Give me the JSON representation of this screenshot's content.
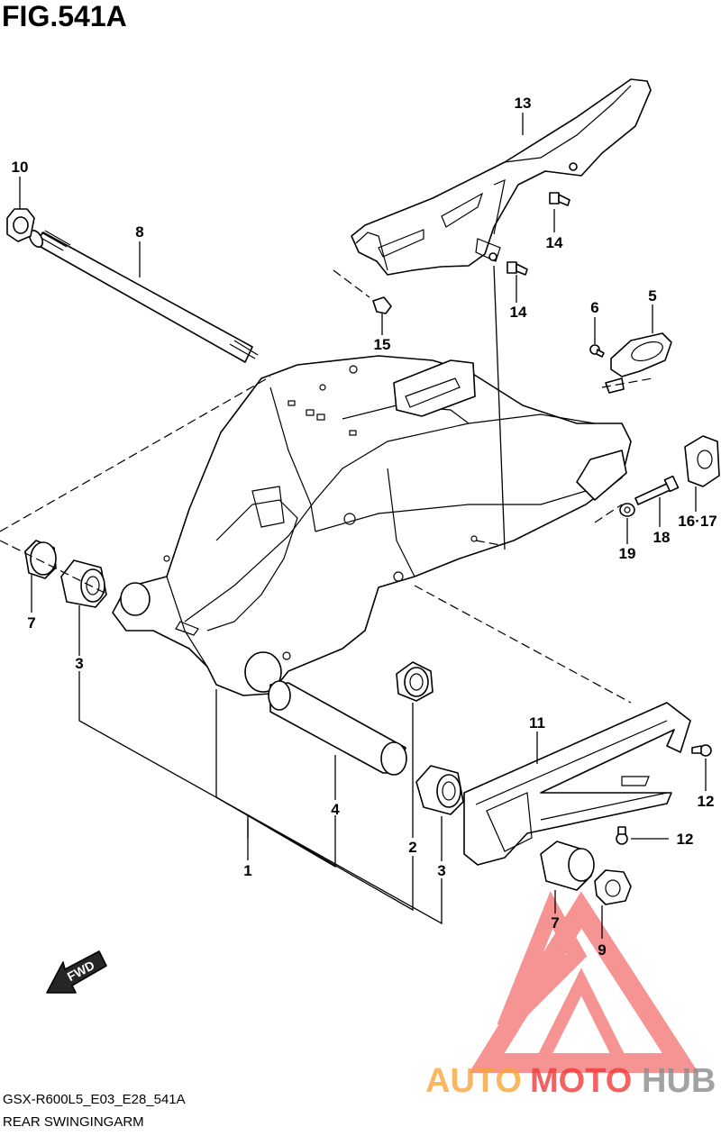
{
  "title": "FIG.541A",
  "model_code": "GSX-R600L5_E03_E28_541A",
  "subtitle": "REAR SWINGINGARM",
  "watermark": {
    "part1": "AUTO",
    "part2": "MOTO",
    "part3": "HUB",
    "color_auto": "#f7a63a",
    "color_moto": "#ef3b3b",
    "color_hub": "#8c8c8c"
  },
  "fwd_arrow_label": "FWD",
  "callouts": [
    {
      "id": "c13",
      "label": "13"
    },
    {
      "id": "c10",
      "label": "10"
    },
    {
      "id": "c8",
      "label": "8"
    },
    {
      "id": "c14a",
      "label": "14"
    },
    {
      "id": "c14b",
      "label": "14"
    },
    {
      "id": "c15",
      "label": "15"
    },
    {
      "id": "c6",
      "label": "6"
    },
    {
      "id": "c5",
      "label": "5"
    },
    {
      "id": "c1617",
      "label": "16·17"
    },
    {
      "id": "c18",
      "label": "18"
    },
    {
      "id": "c19",
      "label": "19"
    },
    {
      "id": "c7a",
      "label": "7"
    },
    {
      "id": "c3a",
      "label": "3"
    },
    {
      "id": "c11",
      "label": "11"
    },
    {
      "id": "c12a",
      "label": "12"
    },
    {
      "id": "c12b",
      "label": "12"
    },
    {
      "id": "c4",
      "label": "4"
    },
    {
      "id": "c2",
      "label": "2"
    },
    {
      "id": "c3b",
      "label": "3"
    },
    {
      "id": "c1",
      "label": "1"
    },
    {
      "id": "c7b",
      "label": "7"
    },
    {
      "id": "c9",
      "label": "9"
    }
  ]
}
